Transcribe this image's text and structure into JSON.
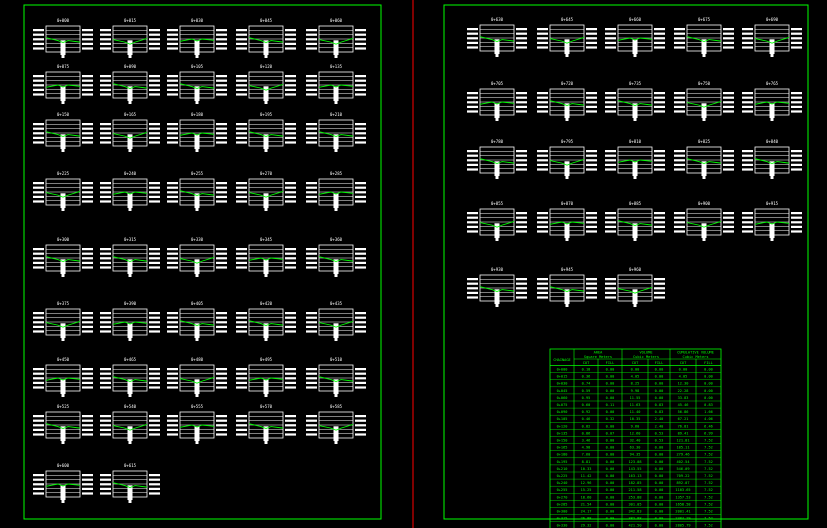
{
  "sheets": [
    {
      "id": "left",
      "sections": [
        [
          "0+000",
          "0+015",
          "0+030",
          "0+045",
          "0+060"
        ],
        [
          "0+075",
          "0+090",
          "0+105",
          "0+120",
          "0+135"
        ],
        [
          "0+150",
          "0+165",
          "0+180",
          "0+195",
          "0+210"
        ],
        [
          "0+225",
          "0+240",
          "0+255",
          "0+270",
          "0+285"
        ],
        [
          "0+300",
          "0+315",
          "0+330",
          "0+345",
          "0+360"
        ],
        [
          "0+375",
          "0+390",
          "0+405",
          "0+420",
          "0+435"
        ],
        [
          "0+450",
          "0+465",
          "0+480",
          "0+495",
          "0+510"
        ],
        [
          "0+525",
          "0+540",
          "0+555",
          "0+570",
          "0+585"
        ],
        [
          "0+600",
          "0+615"
        ]
      ]
    },
    {
      "id": "right",
      "sections": [
        [
          "0+630",
          "0+645",
          "0+660",
          "0+675",
          "0+690"
        ],
        [
          "0+705",
          "0+720",
          "0+735",
          "0+750",
          "0+765"
        ],
        [
          "0+780",
          "0+795",
          "0+810",
          "0+825",
          "0+840"
        ],
        [
          "0+855",
          "0+870",
          "0+885",
          "0+900",
          "0+915"
        ],
        [
          "0+930",
          "0+945",
          "0+960"
        ]
      ]
    }
  ],
  "table": {
    "headers": {
      "chainage": "CHAINAGE",
      "group1": "AREA",
      "group1_sub": "Square Meters",
      "group2": "VOLUME",
      "group2_sub": "Cubic Meters",
      "group3": "CUMULATIVE VOLUME",
      "group3_sub": "Cubic Meters",
      "cut": "CUT",
      "fill": "FILL"
    },
    "rows": [
      [
        "0+000",
        "0.18",
        "0.00",
        "0.00",
        "0.00",
        "0.00",
        "0.00"
      ],
      [
        "0+015",
        "0.36",
        "0.00",
        "4.05",
        "0.00",
        "4.05",
        "0.00"
      ],
      [
        "0+030",
        "0.74",
        "0.00",
        "8.25",
        "0.00",
        "12.30",
        "0.00"
      ],
      [
        "0+045",
        "0.59",
        "0.00",
        "9.98",
        "0.00",
        "22.28",
        "0.00"
      ],
      [
        "0+060",
        "0.95",
        "0.00",
        "11.55",
        "0.00",
        "33.83",
        "0.00"
      ],
      [
        "0+075",
        "0.60",
        "0.11",
        "11.63",
        "0.83",
        "45.46",
        "0.83"
      ],
      [
        "0+090",
        "0.92",
        "0.00",
        "11.40",
        "0.83",
        "56.86",
        "1.66"
      ],
      [
        "0+105",
        "0.46",
        "0.32",
        "10.35",
        "2.40",
        "67.21",
        "4.06"
      ],
      [
        "0+120",
        "0.82",
        "0.00",
        "9.60",
        "2.40",
        "76.81",
        "6.46"
      ],
      [
        "0+135",
        "0.86",
        "0.07",
        "12.60",
        "0.53",
        "89.41",
        "6.99"
      ],
      [
        "0+150",
        "3.46",
        "0.00",
        "32.40",
        "0.53",
        "121.81",
        "7.52"
      ],
      [
        "0+165",
        "4.98",
        "0.00",
        "63.30",
        "0.00",
        "185.11",
        "7.52"
      ],
      [
        "0+180",
        "7.60",
        "0.00",
        "94.35",
        "0.00",
        "279.46",
        "7.52"
      ],
      [
        "0+195",
        "8.81",
        "0.00",
        "123.08",
        "0.00",
        "402.54",
        "7.52"
      ],
      [
        "0+210",
        "10.33",
        "0.00",
        "143.55",
        "0.00",
        "546.09",
        "7.52"
      ],
      [
        "0+225",
        "11.42",
        "0.00",
        "163.13",
        "0.00",
        "709.22",
        "7.52"
      ],
      [
        "0+240",
        "12.96",
        "0.00",
        "182.85",
        "0.00",
        "892.07",
        "7.52"
      ],
      [
        "0+255",
        "15.25",
        "0.00",
        "211.58",
        "0.00",
        "1103.65",
        "7.52"
      ],
      [
        "0+270",
        "18.60",
        "0.00",
        "253.88",
        "0.00",
        "1357.53",
        "7.52"
      ],
      [
        "0+285",
        "21.54",
        "0.00",
        "301.05",
        "0.00",
        "1658.58",
        "7.52"
      ],
      [
        "0+300",
        "24.17",
        "0.00",
        "342.83",
        "0.00",
        "2001.41",
        "7.52"
      ],
      [
        "0+315",
        "26.88",
        "0.00",
        "382.88",
        "0.00",
        "2384.29",
        "7.52"
      ],
      [
        "0+330",
        "29.32",
        "0.00",
        "421.50",
        "0.00",
        "2805.79",
        "7.52"
      ]
    ]
  },
  "colors": {
    "background": "#000000",
    "border": "#00ff00",
    "divider": "#ff0000",
    "section_lines": "#ffffff",
    "ground_line": "#00ff00",
    "table": "#00ff00"
  }
}
